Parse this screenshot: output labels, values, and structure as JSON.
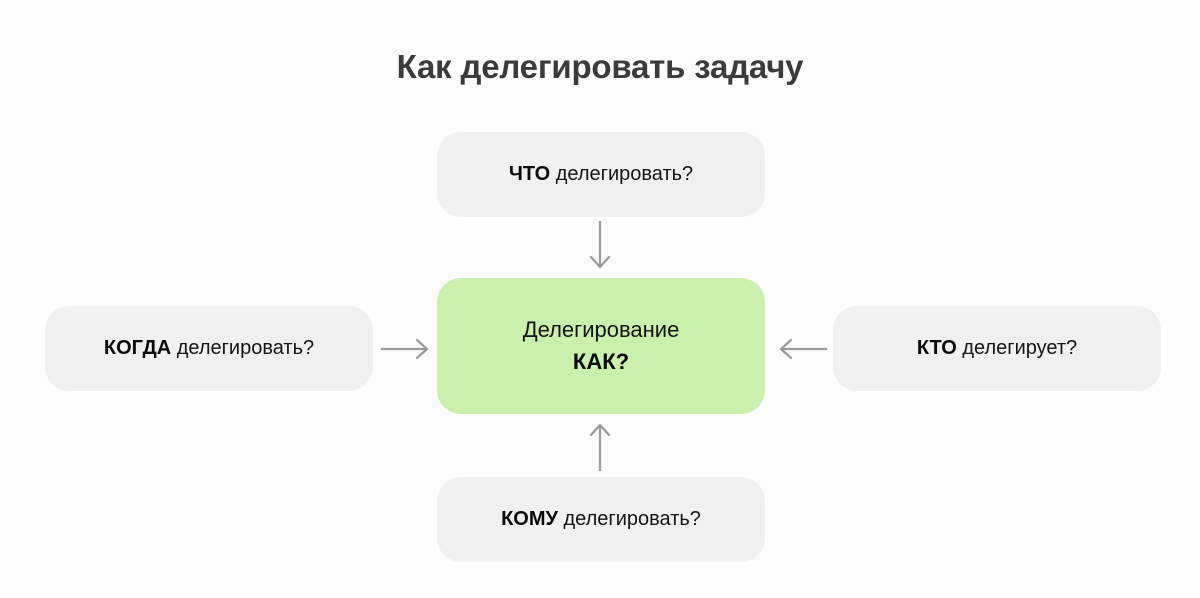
{
  "page": {
    "title": "Как делегировать задачу",
    "background_color": "#fcfcfc",
    "title_color": "#3b3b3d"
  },
  "diagram": {
    "type": "hub-and-spoke",
    "accent_color": "#caf0ae",
    "node_color": "#f0f0f0",
    "arrow_color": "#9a9a9a",
    "center": {
      "line1": "Делегирование",
      "line2": "КАК?"
    },
    "nodes": [
      {
        "id": "what",
        "position": "top",
        "emphasis": "ЧТО",
        "rest": " делегировать?"
      },
      {
        "id": "when",
        "position": "left",
        "emphasis": "КОГДА",
        "rest": " делегировать?"
      },
      {
        "id": "who",
        "position": "right",
        "emphasis": "КТО",
        "rest": " делегирует?"
      },
      {
        "id": "whom",
        "position": "bottom",
        "emphasis": "КОМУ",
        "rest": " делегировать?"
      }
    ],
    "arrows": [
      {
        "id": "top-to-center",
        "direction": "down",
        "icon": "arrow-down-icon"
      },
      {
        "id": "left-to-center",
        "direction": "right",
        "icon": "arrow-right-icon"
      },
      {
        "id": "right-to-center",
        "direction": "left",
        "icon": "arrow-left-icon"
      },
      {
        "id": "bottom-to-center",
        "direction": "up",
        "icon": "arrow-up-icon"
      }
    ]
  }
}
